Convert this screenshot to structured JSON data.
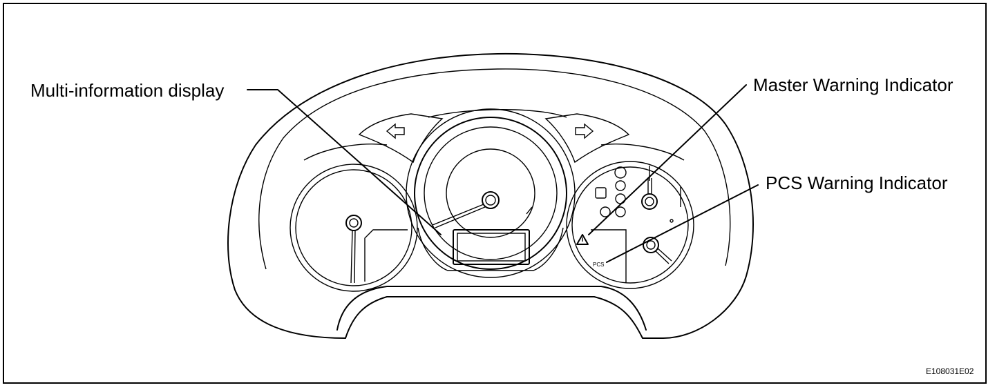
{
  "callouts": {
    "multi_info": "Multi-information display",
    "master_warning": "Master Warning Indicator",
    "pcs_warning": "PCS Warning Indicator"
  },
  "cluster": {
    "pcs_text": "PCS"
  },
  "figure_code": "E108031E02"
}
